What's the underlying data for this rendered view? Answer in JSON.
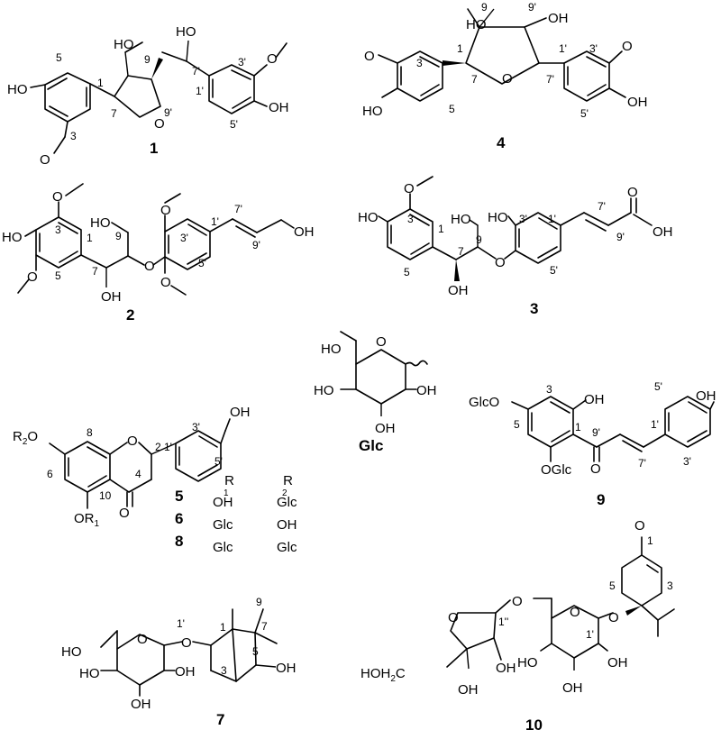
{
  "compounds": [
    {
      "id": "1"
    },
    {
      "id": "2"
    },
    {
      "id": "3"
    },
    {
      "id": "4"
    },
    {
      "id": "5"
    },
    {
      "id": "6"
    },
    {
      "id": "7"
    },
    {
      "id": "8"
    },
    {
      "id": "9"
    },
    {
      "id": "10"
    }
  ],
  "glc_label": "Glc",
  "flavanone_table": {
    "header_r": "R",
    "header_r1": "1",
    "header_r2": "2",
    "rows": [
      {
        "cid": "5",
        "r1": "OH",
        "r2": "Glc"
      },
      {
        "cid": "6",
        "r1": "Glc",
        "r2": "OH"
      },
      {
        "cid": "8",
        "r1": "Glc",
        "r2": "Glc"
      }
    ]
  },
  "atoms": {
    "HO": "HO",
    "OH": "OH",
    "O": "O",
    "H": "H",
    "GlcO": "GlcO",
    "OGlc": "OGlc",
    "HOH2C": "HOH",
    "sub2": "2",
    "R2O": "R",
    "OR1": "OR",
    "sub1": "1"
  },
  "numbers": {
    "n1": "1",
    "n2": "2",
    "n3": "3",
    "n4": "4",
    "n5": "5",
    "n6": "6",
    "n7": "7",
    "n8": "8",
    "n9": "9",
    "n10": "10",
    "p1": "1'",
    "p3": "3'",
    "p5": "5'",
    "p7": "7'",
    "p9": "9'",
    "pp1": "1''"
  }
}
